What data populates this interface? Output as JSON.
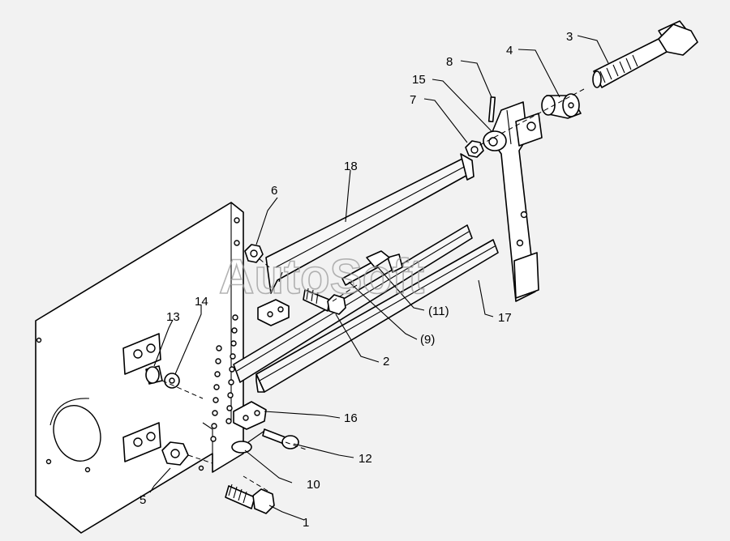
{
  "watermark": "AutoSoft",
  "callouts": {
    "c1": "1",
    "c2": "2",
    "c3": "3",
    "c4": "4",
    "c5": "5",
    "c6": "6",
    "c7": "7",
    "c8": "8",
    "c9": "(9)",
    "c10": "10",
    "c11": "(11)",
    "c12": "12",
    "c13": "13",
    "c14": "14",
    "c15": "15",
    "c16": "16",
    "c17": "17",
    "c18": "18"
  }
}
